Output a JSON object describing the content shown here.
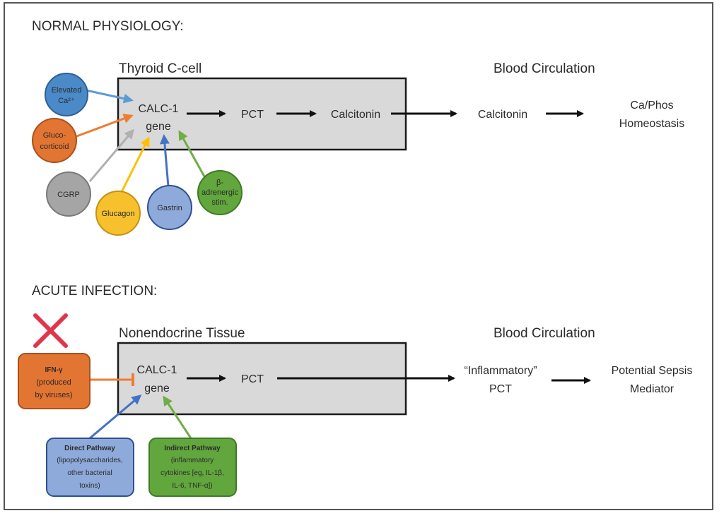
{
  "sections": {
    "normal": {
      "title": "NORMAL PHYSIOLOGY:",
      "tissue_label": "Thyroid C-cell",
      "circulation_label": "Blood Circulation",
      "gene_line1": "CALC-1",
      "gene_line2": "gene",
      "pct": "PCT",
      "calcitonin_in_cell": "Calcitonin",
      "calcitonin_blood": "Calcitonin",
      "outcome_line1": "Ca/Phos",
      "outcome_line2": "Homeostasis",
      "stimuli": [
        {
          "id": "elevated-ca",
          "lines": [
            "Elevated",
            "Ca²⁺"
          ],
          "color": "#4a8ac8",
          "stroke": "#2f5f92",
          "arrow": "#5b9bd5"
        },
        {
          "id": "glucocorticoid",
          "lines": [
            "Gluco-",
            "corticoid"
          ],
          "color": "#e37532",
          "stroke": "#a8511c",
          "arrow": "#ed7d31"
        },
        {
          "id": "cgrp",
          "lines": [
            "CGRP"
          ],
          "color": "#a5a5a5",
          "stroke": "#7a7a7a",
          "arrow": "#b0b0b0"
        },
        {
          "id": "glucagon",
          "lines": [
            "Glucagon"
          ],
          "color": "#f6c12d",
          "stroke": "#c29215",
          "arrow": "#ffc000"
        },
        {
          "id": "gastrin",
          "lines": [
            "Gastrin"
          ],
          "color": "#8eaadb",
          "stroke": "#2f4f8f",
          "arrow": "#4472c4"
        },
        {
          "id": "beta-adrenergic",
          "lines": [
            "β-",
            "adrenergic",
            "stim."
          ],
          "color": "#62a63e",
          "stroke": "#3f7a23",
          "arrow": "#70ad47"
        }
      ]
    },
    "infection": {
      "title": "ACUTE INFECTION:",
      "tissue_label": "Nonendocrine Tissue",
      "circulation_label": "Blood Circulation",
      "gene_line1": "CALC-1",
      "gene_line2": "gene",
      "pct": "PCT",
      "blood_line1": "“Inflammatory”",
      "blood_line2": "PCT",
      "outcome_line1": "Potential Sepsis",
      "outcome_line2": "Mediator",
      "inhibitor": {
        "title": "IFN-γ",
        "lines": [
          "(produced",
          "by viruses)"
        ],
        "color": "#e37532",
        "stroke": "#a8511c",
        "x_mark_color": "#e0354b"
      },
      "direct": {
        "title": "Direct Pathway",
        "lines": [
          "(lipopolysaccharides,",
          "other bacterial",
          "toxins)"
        ],
        "color": "#8eaadb",
        "stroke": "#2f4f8f",
        "arrow": "#4472c4"
      },
      "indirect": {
        "title": "Indirect Pathway",
        "lines": [
          "(inflammatory",
          "cytokines [eg, IL-1β,",
          "IL-6, TNF-α])"
        ],
        "color": "#62a63e",
        "stroke": "#3f7a23",
        "arrow": "#70ad47"
      }
    }
  },
  "colors": {
    "tissue_box_fill": "#d9d9d9",
    "tissue_box_stroke": "#1a1a1a",
    "arrow_black": "#111111",
    "frame": "#555555"
  }
}
